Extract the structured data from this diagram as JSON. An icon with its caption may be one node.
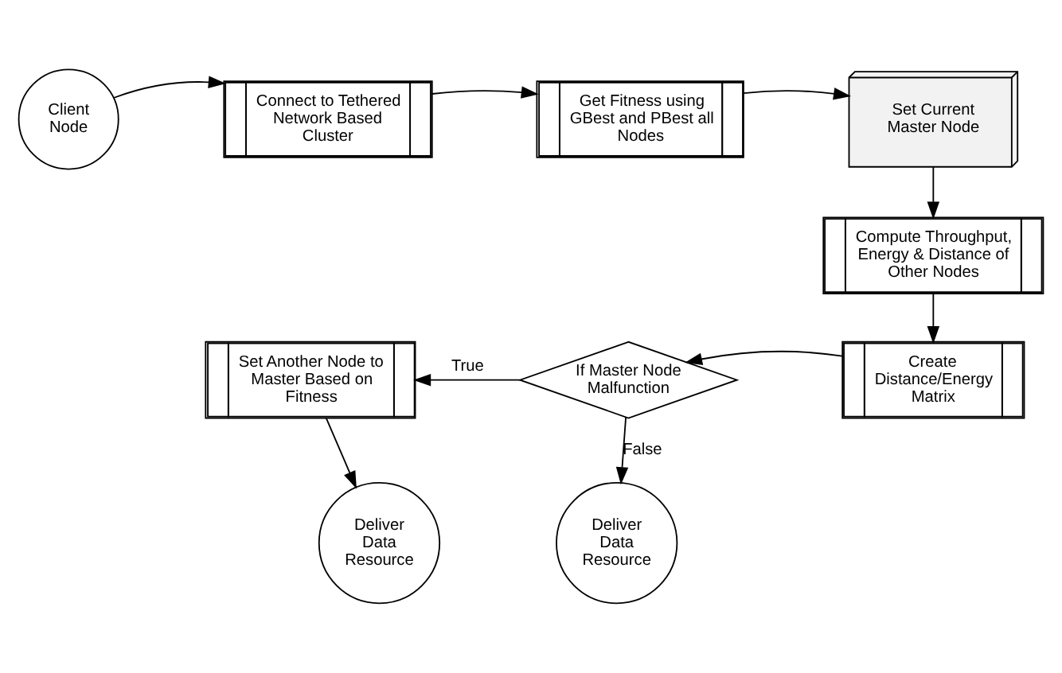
{
  "diagram": {
    "nodes": [
      {
        "text": [
          "Client Node"
        ]
      },
      {
        "text": [
          "Connect to Tethered Network Based Cluster"
        ]
      },
      {
        "text": [
          "Get Fitness using GBest and PBest all Nodes"
        ]
      },
      {
        "text": [
          "Set Current Master Node"
        ]
      },
      {
        "text": [
          "Compute Throughput, Energy & Distance of Other Nodes"
        ]
      },
      {
        "text": [
          "Create Distance/Energy Matrix"
        ]
      },
      {
        "text": [
          "If Master Node Malfunction"
        ]
      },
      {
        "text": [
          "Set Another Node to Master Based on Fitness"
        ]
      },
      {
        "text": [
          "Deliver Data Resource"
        ]
      },
      {
        "text": [
          "Deliver Data Resource"
        ]
      }
    ],
    "edges": [
      {
        "from": 0,
        "to": 1,
        "arrow": "to"
      },
      {
        "from": 1,
        "to": 2,
        "arrow": "to"
      },
      {
        "from": 2,
        "to": 3,
        "arrow": "to"
      },
      {
        "from": 3,
        "to": 4,
        "arrow": "to"
      },
      {
        "from": 4,
        "to": 5,
        "arrow": "to"
      },
      {
        "from": 5,
        "to": 6,
        "arrow": "to"
      },
      {
        "from": 6,
        "to": 7,
        "arrow": "to",
        "label": "True"
      },
      {
        "from": 6,
        "to": 8,
        "arrow": "to",
        "label": "False"
      },
      {
        "from": 7,
        "to": 9,
        "arrow": "to"
      }
    ]
  }
}
